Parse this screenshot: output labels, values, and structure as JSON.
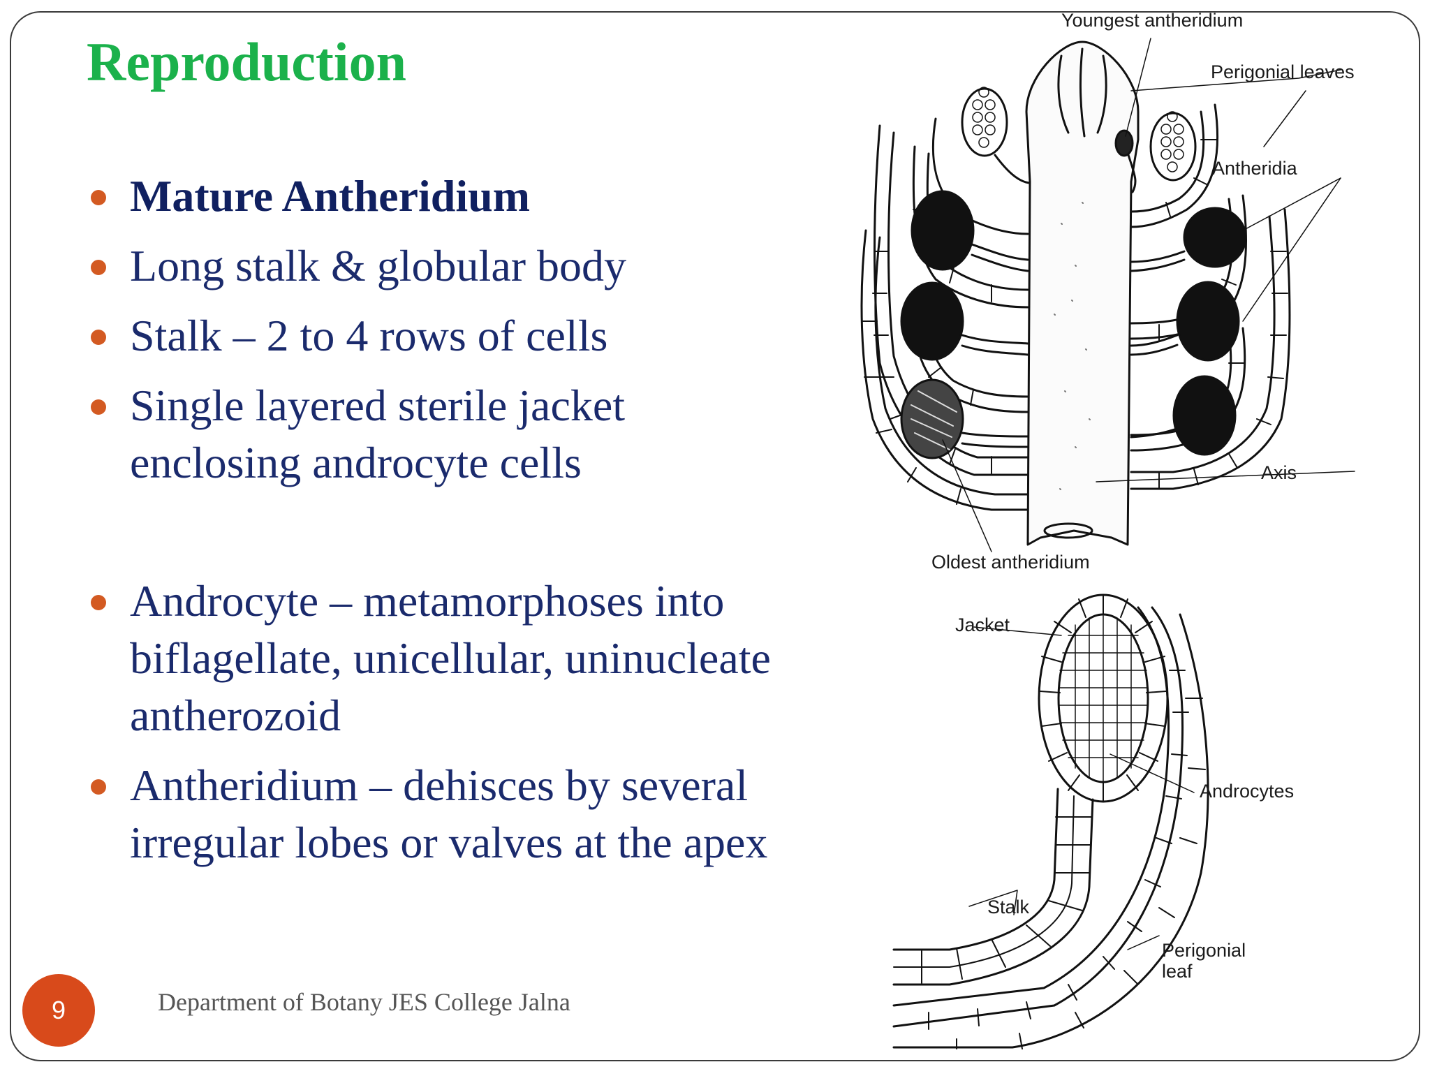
{
  "slide": {
    "title": "Reproduction",
    "bullets": [
      {
        "text": "Mature Antheridium",
        "bold": true
      },
      {
        "text": "Long stalk & globular body",
        "bold": false
      },
      {
        "text": "Stalk – 2 to 4 rows of cells",
        "bold": false
      },
      {
        "text": "Single layered sterile jacket\nenclosing androcyte cells",
        "bold": false
      },
      {
        "text": "Androcyte – metamorphoses into\nbiflagellate, unicellular, uninucleate\nantherozoid",
        "bold": false
      },
      {
        "text": "Antheridium – dehisces by several\nirregular lobes or valves at the apex",
        "bold": false
      }
    ],
    "page_number": "9",
    "footer": "Department of Botany JES College Jalna",
    "colors": {
      "title": "#1bb14b",
      "text": "#1a2a6c",
      "bullet": "#d35a22",
      "page_badge": "#d84a1b"
    }
  },
  "figure_top": {
    "labels": {
      "youngest": "Youngest antheridium",
      "perigonial_leaves": "Perigonial leaves",
      "antheridia": "Antheridia",
      "axis": "Axis",
      "oldest": "Oldest antheridium"
    }
  },
  "figure_bottom": {
    "labels": {
      "jacket": "Jacket",
      "androcytes": "Androcytes",
      "stalk": "Stalk",
      "perigonial_leaf": "Perigonial\nleaf"
    }
  }
}
